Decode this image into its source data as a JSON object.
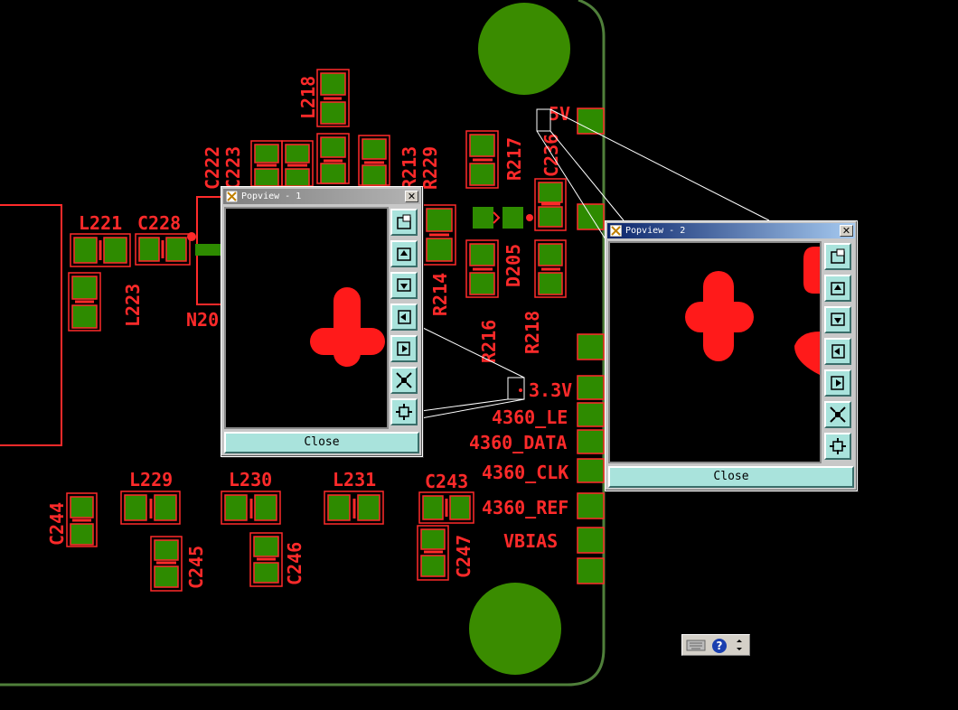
{
  "board": {
    "labels": {
      "L218": "L218",
      "C222": "C222",
      "C223": "C223",
      "R213": "R213",
      "R229": "R229",
      "R217": "R217",
      "C236": "C236",
      "L221": "L221",
      "C228": "C228",
      "L223": "L223",
      "N20": "N20",
      "R214": "R214",
      "D205": "D205",
      "R216": "R216",
      "R218": "R218",
      "L229": "L229",
      "L230": "L230",
      "L231": "L231",
      "C243": "C243",
      "C244": "C244",
      "C245": "C245",
      "C246": "C246",
      "C247": "C247"
    },
    "nets": {
      "v5": "5V",
      "v33": "3.3V",
      "le": "4360_LE",
      "data": "4360_DATA",
      "clk": "4360_CLK",
      "ref": "4360_REF",
      "vbias": "VBIAS"
    },
    "colors": {
      "silk": "#ff2a2a",
      "pad": "#2e8b00",
      "outline": "#4f7f3a",
      "background": "#000000"
    }
  },
  "popview1": {
    "title": "Popview - 1",
    "close_label": "Close",
    "tools": [
      "zoom-fit-icon",
      "pan-up-icon",
      "pan-down-icon",
      "pan-left-icon",
      "pan-right-icon",
      "zoom-in-icon",
      "zoom-out-icon"
    ]
  },
  "popview2": {
    "title": "Popview - 2",
    "close_label": "Close",
    "tools": [
      "zoom-fit-icon",
      "pan-up-icon",
      "pan-down-icon",
      "pan-left-icon",
      "pan-right-icon",
      "zoom-in-icon",
      "zoom-out-icon"
    ]
  },
  "ime_bar": {
    "icons": [
      "keyboard-icon",
      "help-icon",
      "menu-arrows-icon"
    ]
  }
}
